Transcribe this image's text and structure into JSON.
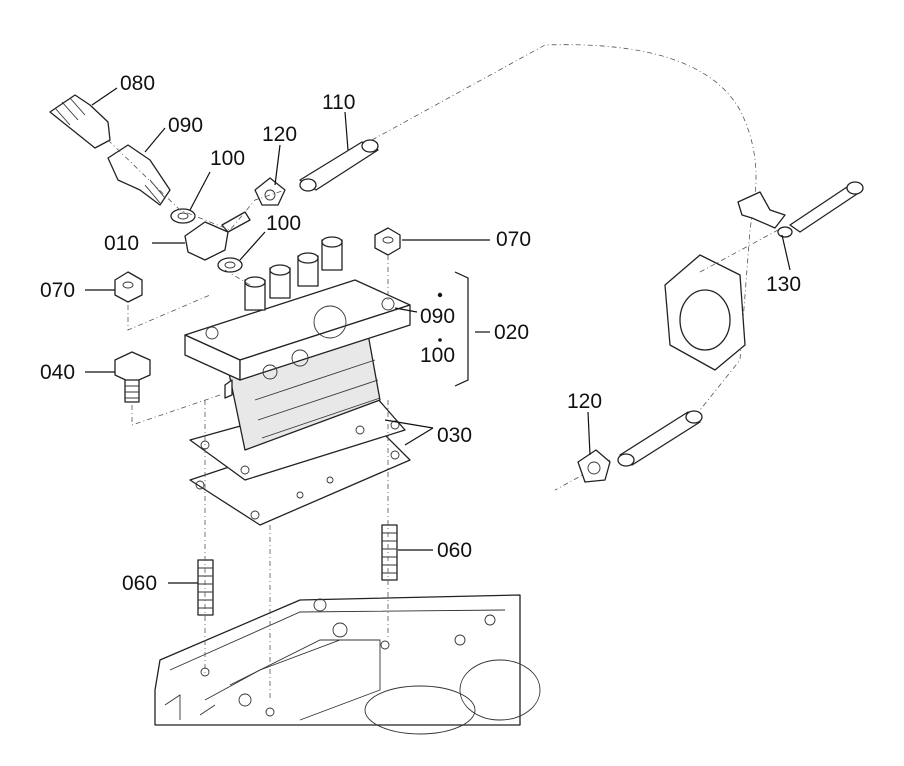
{
  "callouts": {
    "c080": "080",
    "c090": "090",
    "c100a": "100",
    "c120a": "120",
    "c110": "110",
    "c010": "010",
    "c100b": "100",
    "c070a": "070",
    "c070b": "070",
    "c090b": "090",
    "c100c": "100",
    "c020": "020",
    "c040": "040",
    "c130": "130",
    "c120b": "120",
    "c030": "030",
    "c060a": "060",
    "c060b": "060"
  }
}
